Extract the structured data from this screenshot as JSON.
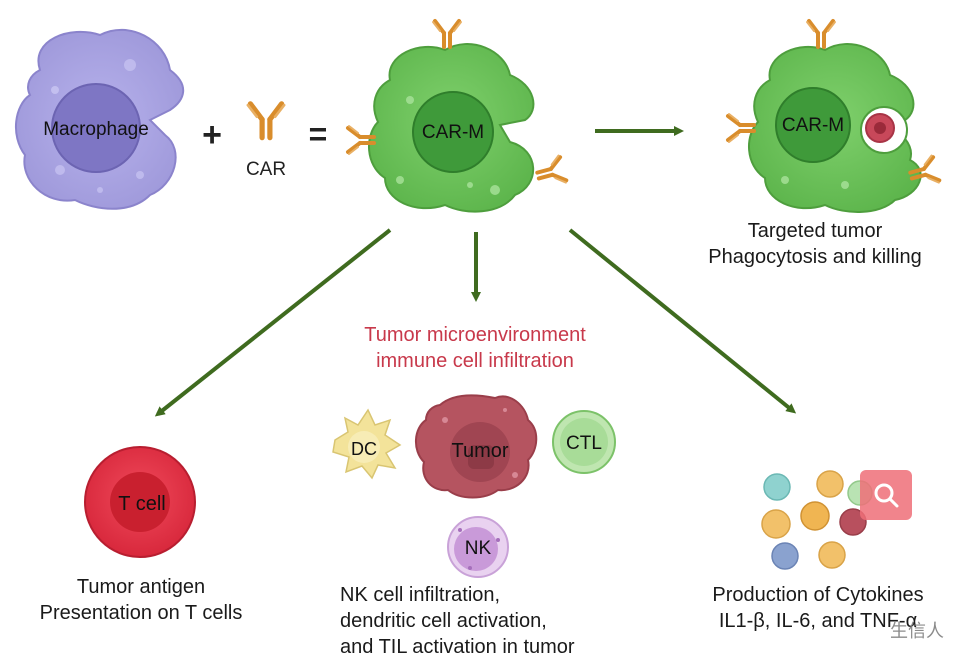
{
  "cells": {
    "macrophage": "Macrophage",
    "car_label": "CAR",
    "plus": "+",
    "equals": "=",
    "car_m_center": "CAR-M",
    "car_m_right": "CAR-M",
    "dc": "DC",
    "tumor": "Tumor",
    "ctl": "CTL",
    "nk": "NK",
    "t_cell": "T cell"
  },
  "captions": {
    "targeted": [
      "Targeted tumor",
      "Phagocytosis and killing"
    ],
    "microenvironment": [
      "Tumor microenvironment",
      "immune cell infiltration"
    ],
    "t_cell": [
      "Tumor antigen",
      "Presentation on T cells"
    ],
    "nk": [
      "NK cell infiltration,",
      "dendritic cell activation,",
      "and TIL activation in tumor"
    ],
    "cytokines": [
      "Production of Cytokines",
      "IL1-β, IL-6, and TNF-α"
    ]
  },
  "watermark": "生信人",
  "colors": {
    "arrow": "#3f6b1f",
    "macrophage": "#a9a3e0",
    "car_m": "#6cc35a",
    "t_cell": "#e0374a",
    "tumor": "#b55460",
    "ctl": "#a8dc98",
    "dc": "#f3e39a",
    "nk": "#d7b2e3",
    "antibody": "#d98d2c",
    "red_text": "#c8394b"
  }
}
